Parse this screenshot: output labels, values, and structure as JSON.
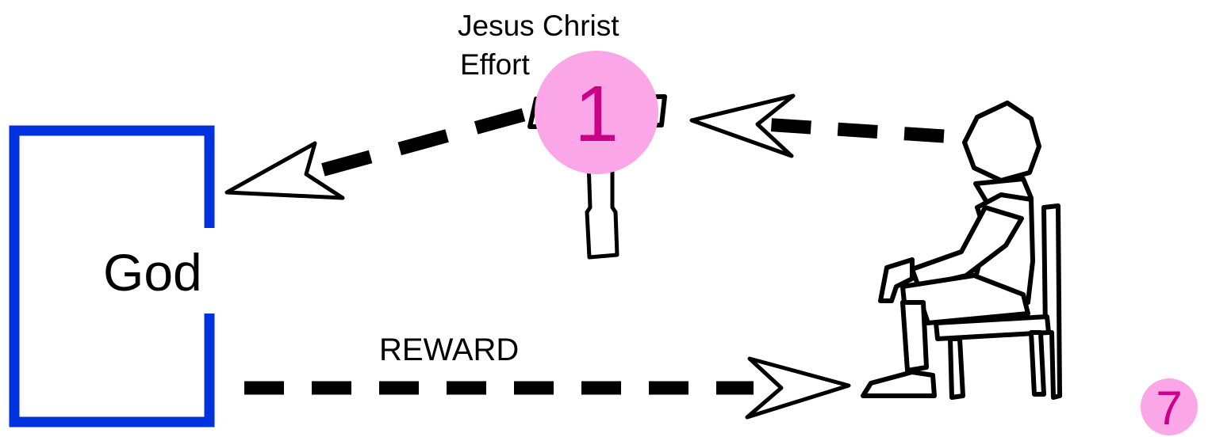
{
  "labels": {
    "god": "God",
    "jesus_christ": "Jesus Christ",
    "effort": "Effort",
    "reward": "REWARD"
  },
  "badges": {
    "main_number": "1",
    "page_number": "7"
  },
  "colors": {
    "god_box": "#0033dd",
    "badge_fill": "#fba6e6",
    "badge_text": "#cc0088",
    "stroke": "#000000",
    "background": "#ffffff"
  },
  "icons": {
    "person": "seated-person-icon",
    "signpost": "signpost-icon"
  }
}
